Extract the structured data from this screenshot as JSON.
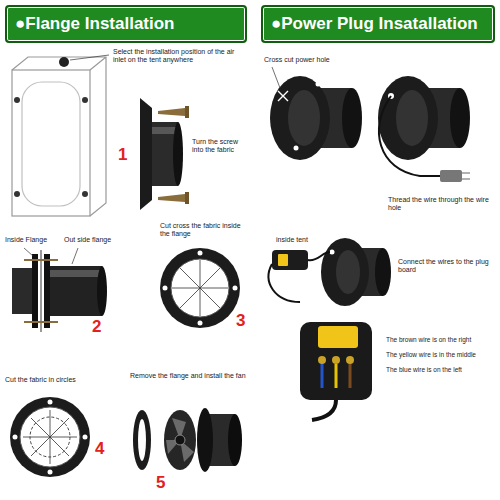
{
  "diagram": {
    "nodes": [
      {
        "text": [
          "●Flange Installation"
        ]
      },
      {
        "text": [
          "●Power Plug Insatallation"
        ]
      }
    ],
    "labels": [
      "Select the installation position of the air inlet on the tent anywhere",
      "1",
      "Turn the screw into the fabric",
      "Inside Flange",
      "Out side flange",
      "2",
      "Cut cross the fabric inside the flange",
      "3",
      "Cut the fabric in circles",
      "4",
      "Remove the flange and install the fan",
      "5",
      "Cross cut power hole",
      "Thread the wire through the wire hole",
      "inside tent",
      "Connect the wires to the plug board",
      "The brown wire is on the right",
      "The yellow wire is in the middle",
      "The blue wire is on the left"
    ]
  }
}
